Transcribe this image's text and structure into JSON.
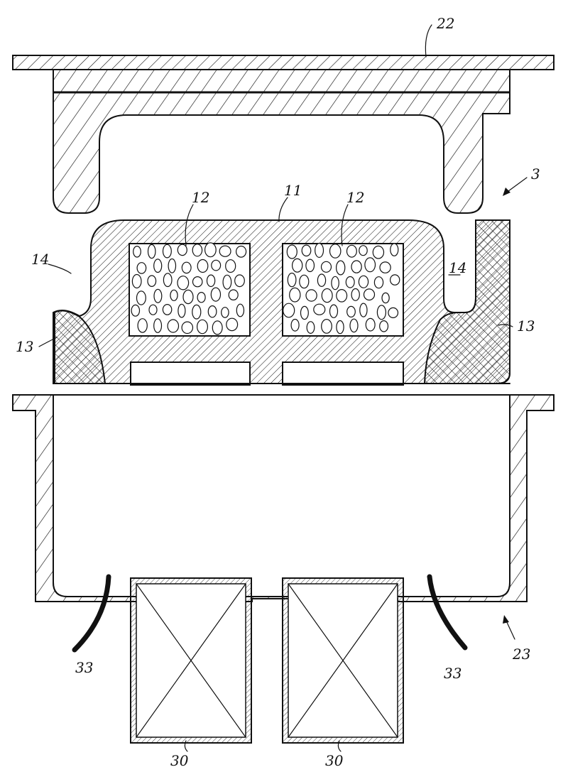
{
  "labels": {
    "top_plate": "22",
    "upper_mold": "3",
    "core": "11",
    "fill_left": "12",
    "fill_right": "12",
    "gap_left": "14",
    "gap_right": "14",
    "insert_left": "13",
    "insert_right": "13",
    "lower_mold": "23",
    "wire_left": "33",
    "wire_right": "33",
    "coil_left": "30",
    "coil_right": "30"
  }
}
